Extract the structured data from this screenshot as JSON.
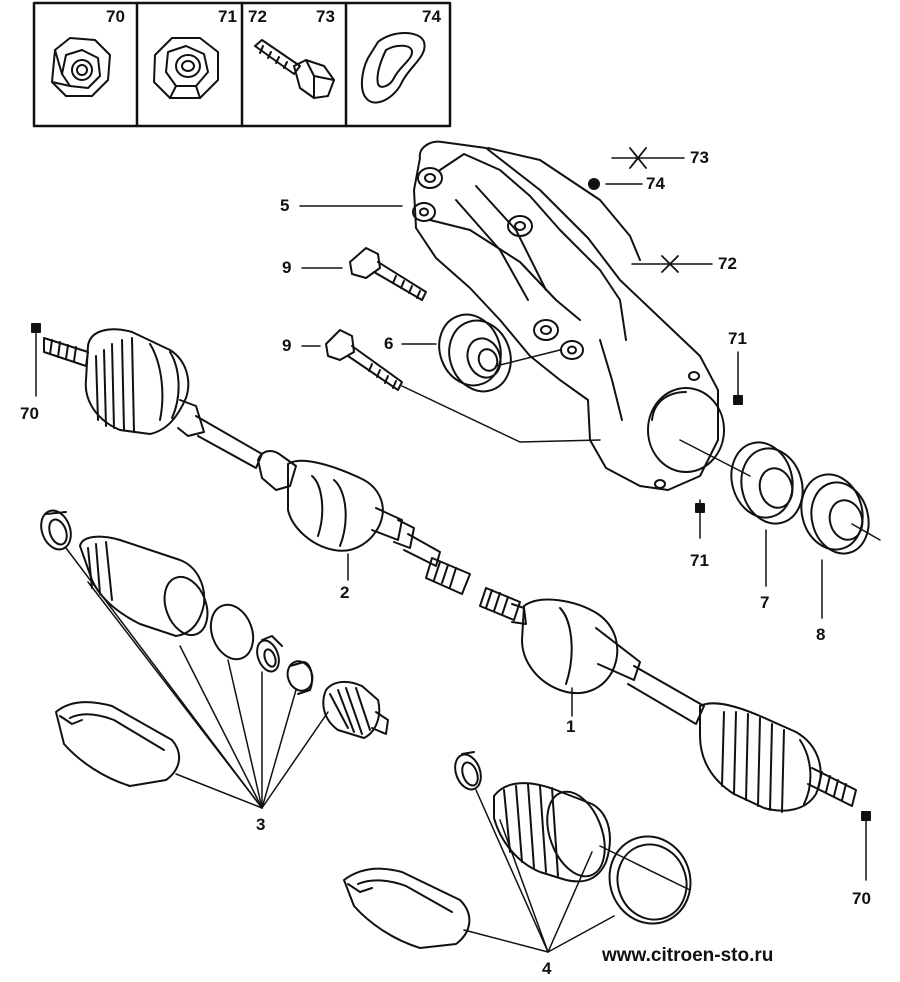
{
  "diagram": {
    "header_labels": [
      "70",
      "71",
      "72",
      "73",
      "74"
    ],
    "callouts": {
      "c5": "5",
      "c9a": "9",
      "c9b": "9",
      "c6": "6",
      "c73": "73",
      "c74": "74",
      "c72": "72",
      "c71a": "71",
      "c71b": "71",
      "c70a": "70",
      "c70b": "70",
      "c2": "2",
      "c1": "1",
      "c7": "7",
      "c8": "8",
      "c3": "3",
      "c4": "4"
    },
    "watermark": "www.citroen-sto.ru",
    "colors": {
      "line": "#111111",
      "background": "#ffffff"
    },
    "parts": [
      "nut-70",
      "locknut-71",
      "bolt-72",
      "washer-74",
      "bracket-5",
      "bolt-9",
      "bearing-6",
      "bearing-7",
      "seal-8",
      "driveshaft-2",
      "driveshaft-1",
      "boot-kit-3",
      "boot-kit-4",
      "clamp-70",
      "clamp-71"
    ]
  }
}
